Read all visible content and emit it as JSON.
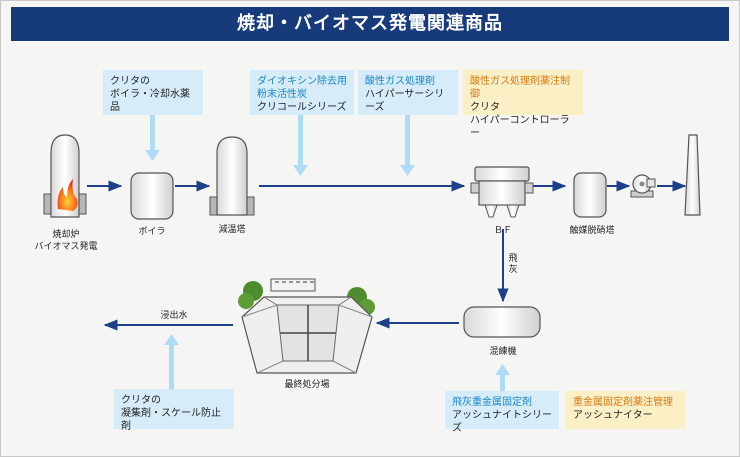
{
  "title": "焼却・バイオマス発電関連商品",
  "product_boxes": {
    "boiler_chem": {
      "line1": "クリタの",
      "line2": "ボイラ・冷却水薬品"
    },
    "dioxin": {
      "line1": "ダイオキシン除去用",
      "line2": "粉末活性炭",
      "line3": "クリコールシリーズ"
    },
    "acid_gas": {
      "line1": "酸性ガス処理剤",
      "line2": "ハイパーサーシリーズ"
    },
    "controller": {
      "line1": "酸性ガス処理剤薬注制御",
      "line2": "クリタ",
      "line3": "ハイパーコントローラー"
    },
    "coagulant": {
      "line1": "クリタの",
      "line2": "凝集剤・スケール防止剤"
    },
    "fly_ash_fixer": {
      "line1": "飛灰重金属固定剤",
      "line2": "アッシュナイトシリーズ"
    },
    "fixer_control": {
      "line1": "重金属固定剤薬注管理",
      "line2": "アッシュナイター"
    }
  },
  "equipment": {
    "incinerator": {
      "line1": "焼却炉",
      "line2": "バイオマス発電"
    },
    "boiler": "ボイラ",
    "cooling_tower": "減温塔",
    "bag_filter": "ＢＦ",
    "denitration": "触媒脱硝塔",
    "kneader": "混練機",
    "landfill": "最終処分場"
  },
  "flow_labels": {
    "fly_ash": {
      "line1": "飛",
      "line2": "灰"
    },
    "leachate": "浸出水"
  },
  "colors": {
    "title_bg": "#163a7a",
    "flow_line": "#1e3f8c",
    "supply_arrow": "#aedcf4",
    "blue_box": "#d6ecf8",
    "yellow_box": "#fbefc6",
    "blue_text": "#1a86c8",
    "orange_text": "#d97a12"
  }
}
